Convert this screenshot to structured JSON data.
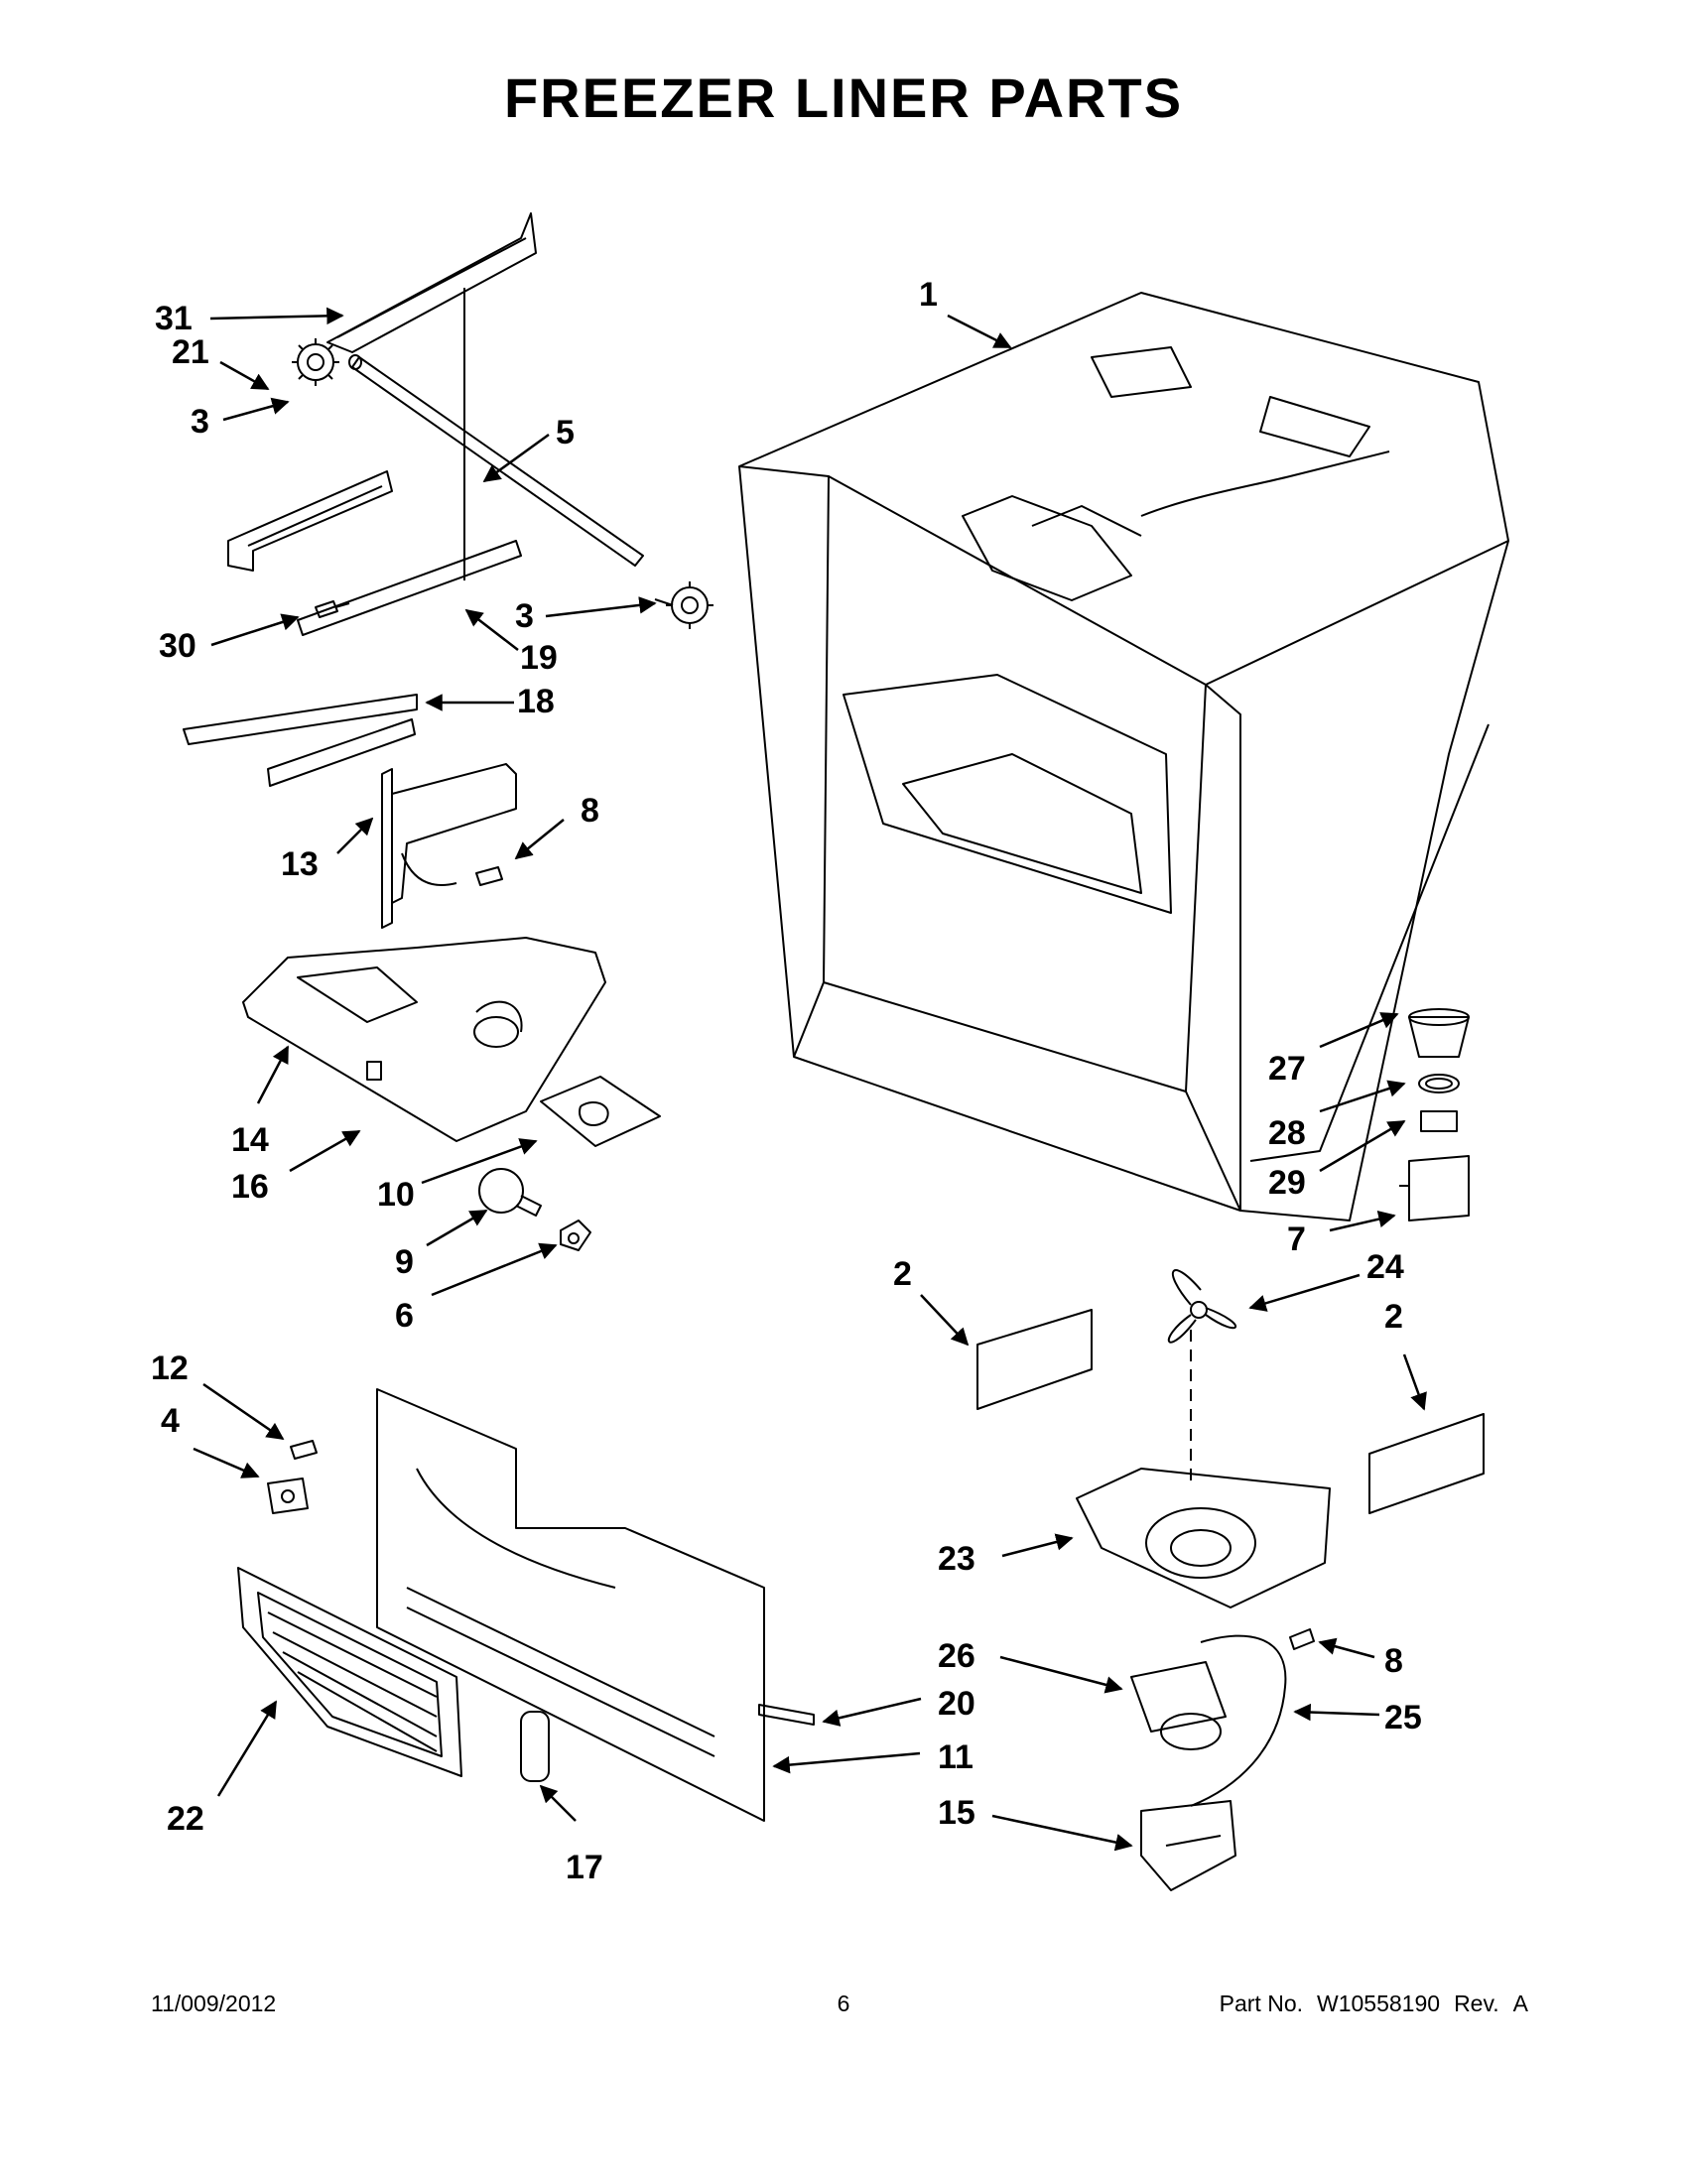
{
  "title": "FREEZER LINER PARTS",
  "callouts": [
    "31",
    "3",
    "5",
    "21",
    "30",
    "3",
    "19",
    "18",
    "13",
    "8",
    "14",
    "16",
    "10",
    "9",
    "6",
    "1",
    "27",
    "28",
    "29",
    "7",
    "2",
    "24",
    "2",
    "12",
    "4",
    "22",
    "17",
    "23",
    "26",
    "20",
    "11",
    "15",
    "8",
    "25"
  ],
  "footer": {
    "date": "11/009/2012",
    "page": "6",
    "part_label": "Part No.",
    "part_number": "W10558190",
    "rev_label": "Rev.",
    "rev": "A"
  }
}
